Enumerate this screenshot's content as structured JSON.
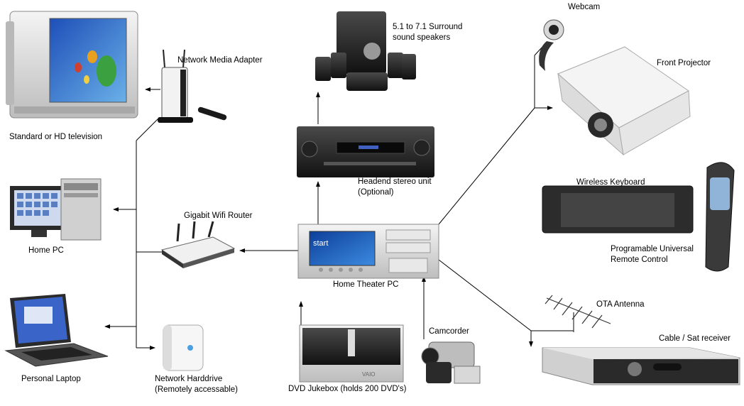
{
  "diagram": {
    "labels": {
      "television": "Standard or HD television",
      "media_adapter": "Network Media Adapter",
      "speakers_line1": "5.1 to 7.1 Surround",
      "speakers_line2": "sound speakers",
      "webcam": "Webcam",
      "projector": "Front Projector",
      "home_pc": "Home PC",
      "router": "Gigabit Wifi Router",
      "receiver_line1": "Headend stereo unit",
      "receiver_line2": "(Optional)",
      "keyboard": "Wireless Keyboard",
      "remote_line1": "Programable Universal",
      "remote_line2": "Remote Control",
      "htpc": "Home Theater PC",
      "antenna": "OTA Antenna",
      "camcorder": "Camcorder",
      "cable_box": "Cable / Sat receiver",
      "laptop": "Personal Laptop",
      "harddrive_line1": "Network Harddrive",
      "harddrive_line2": "(Remotely accessable)",
      "jukebox": "DVD Jukebox (holds 200 DVD's)"
    },
    "device_text": {
      "htpc_screen": "start",
      "jukebox_brand": "VAIO"
    }
  }
}
